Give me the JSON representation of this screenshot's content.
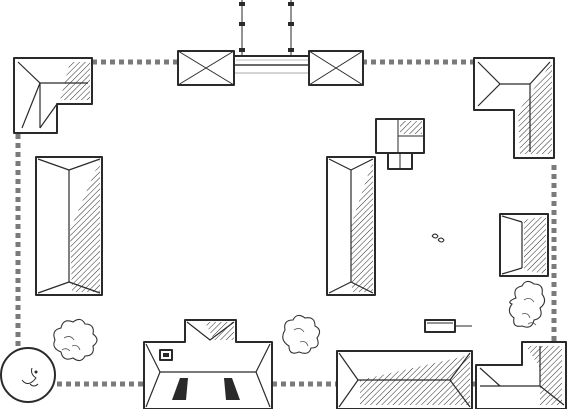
{
  "map": {
    "style": "hand-drawn black and white town/compound plan",
    "colors": {
      "ink": "#2a2a2a",
      "wall": "#7a7a7a",
      "paper": "#ffffff"
    },
    "features": {
      "wall": "perimeter-wall",
      "gate_towers": 2,
      "corner_buildings": 4,
      "long_halls": 2,
      "trees": 3,
      "well": 1
    }
  }
}
